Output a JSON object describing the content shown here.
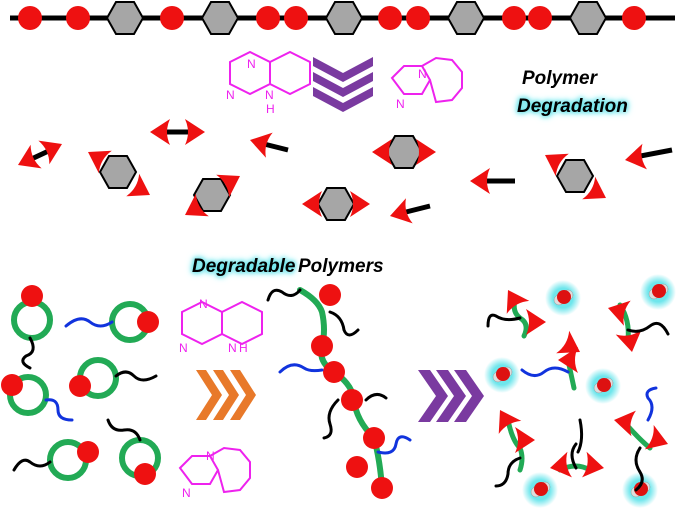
{
  "labels": {
    "polymer": "Polymer",
    "degradation": "Degradation",
    "degradable": "Degradable",
    "polymers": "Polymers"
  },
  "molecules": {
    "n_label": "N",
    "nh_label": "N",
    "h_label": "H"
  },
  "colors": {
    "red": "#ee1111",
    "grey": "#a6a6a6",
    "magenta": "#ee22ee",
    "purple": "#7a3aa0",
    "orange": "#e8792a",
    "green": "#22aa55",
    "blue": "#1133dd",
    "glow": "#5fe3ea"
  }
}
